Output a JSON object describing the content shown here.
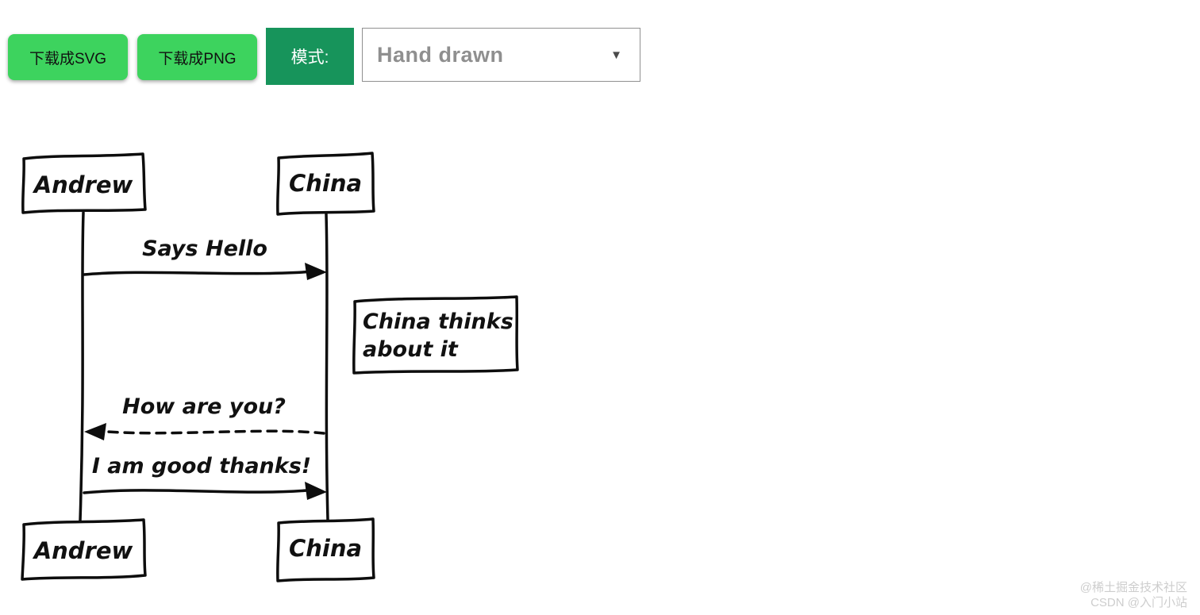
{
  "toolbar": {
    "download_svg_label": "下载成SVG",
    "download_png_label": "下载成PNG",
    "mode_label": "模式:",
    "mode_selected": "Hand drawn",
    "icons": {
      "dropdown_arrow": "▼"
    }
  },
  "diagram": {
    "style": "hand-drawn sequence diagram",
    "actors": {
      "a": "Andrew",
      "b": "China"
    },
    "messages": {
      "m1": {
        "text": "Says Hello",
        "from": "Andrew",
        "to": "China",
        "line": "solid"
      },
      "note": {
        "line1": "China thinks",
        "line2": "about it",
        "position": "right of China"
      },
      "m2": {
        "text": "How are you?",
        "from": "China",
        "to": "Andrew",
        "line": "dashed"
      },
      "m3": {
        "text": "I am good thanks!",
        "from": "Andrew",
        "to": "China",
        "line": "solid"
      }
    }
  },
  "watermark": {
    "line1": "@稀土掘金技术社区",
    "line2": "CSDN @入门小站"
  },
  "colors": {
    "button_green": "#3dd35e",
    "mode_green": "#17945b",
    "select_text": "#8f8f8f",
    "ink": "#0d0d0d",
    "watermark": "#cdcdcd"
  }
}
